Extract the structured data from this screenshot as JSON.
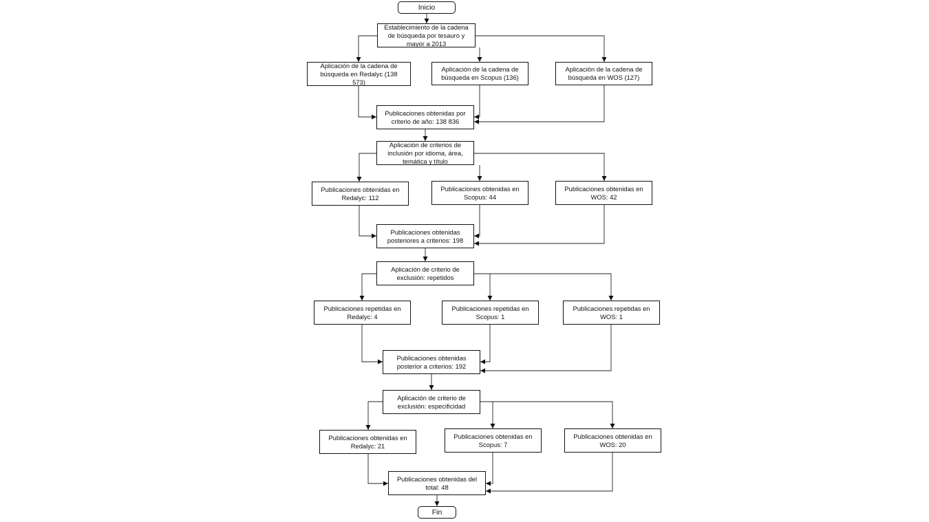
{
  "nodes": {
    "inicio": "Inicio",
    "cadena": "Establecimiento de la cadena de búsqueda por tesauro y mayor a 2013",
    "app_redalyc": "Aplicación de la cadena de búsqueda en Redalyc (138 573)",
    "app_scopus": "Aplicación de la cadena de búsqueda en Scopus (136)",
    "app_wos": "Aplicación de la cadena de búsqueda en WOS (127)",
    "pub_anio": "Publicaciones obtenidas por criterio de año: 138 836",
    "inclusion": "Aplicación de criterios de inclusión por idioma, área, temática y título",
    "inc_redalyc": "Publicaciones obtenidas en Redalyc: 112",
    "inc_scopus": "Publicaciones obtenidas en Scopus: 44",
    "inc_wos": "Publicaciones obtenidas en WOS: 42",
    "post_criterios": "Publicaciones obtenidas posteriores a criterios: 198",
    "exclusion_rep": "Aplicación de criterio de exclusión: repetidos",
    "rep_redalyc": "Publicaciones repetidas en Redalyc: 4",
    "rep_scopus": "Publicaciones repetidas en Scopus: 1",
    "rep_wos": "Publicaciones repetidas en WOS: 1",
    "post_criterios2": "Publicaciones obtenidas posterior a criterios: 192",
    "exclusion_esp": "Aplicación de criterio de exclusión: especificidad",
    "esp_redalyc": "Publicaciones obtenidas en Redalyc: 21",
    "esp_scopus": "Publicaciones obtenidas en Scopus: 7",
    "esp_wos": "Publicaciones obtenidas en WOS: 20",
    "total": "Publicaciones obtenidas del total: 48",
    "fin": "Fin"
  }
}
